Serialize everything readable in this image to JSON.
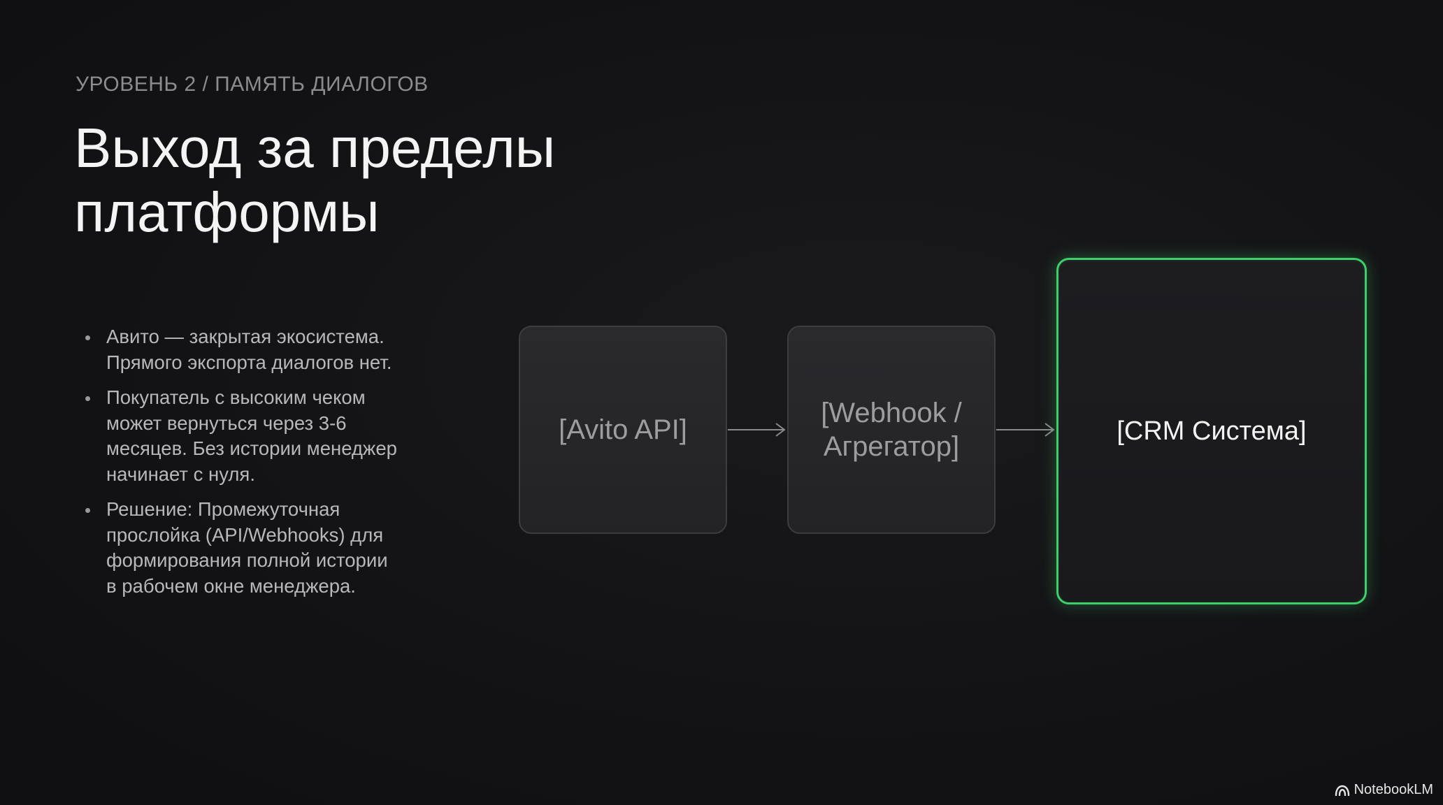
{
  "slide": {
    "eyebrow": "УРОВЕНЬ 2 / ПАМЯТЬ ДИАЛОГОВ",
    "title_lines": [
      "Выход за пределы",
      "платформы"
    ],
    "bullets": [
      [
        "Авито — закрытая экосистема.",
        "Прямого экспорта диалогов нет."
      ],
      [
        "Покупатель с высоким чеком",
        "может вернуться через 3-6",
        "месяцев. Без истории менеджер",
        "начинает с нуля."
      ],
      [
        "Решение: Промежуточная",
        "прослойка (API/Webhooks) для",
        "формирования полной истории",
        "в рабочем окне менеджера."
      ]
    ]
  },
  "diagram": {
    "nodes": [
      {
        "id": "avito-api",
        "label_lines": [
          "[Avito API]"
        ]
      },
      {
        "id": "webhook",
        "label_lines": [
          "[Webhook /",
          "Агрегатор]"
        ]
      },
      {
        "id": "crm",
        "label_lines": [
          "[CRM Система]"
        ]
      }
    ],
    "edges": [
      {
        "from": "avito-api",
        "to": "webhook"
      },
      {
        "from": "webhook",
        "to": "crm"
      }
    ],
    "colors": {
      "highlight": "#3fcf6a",
      "connector": "#8a8a8e"
    }
  },
  "footer": {
    "brand": "NotebookLM",
    "icon": "notebooklm-logo-icon"
  }
}
